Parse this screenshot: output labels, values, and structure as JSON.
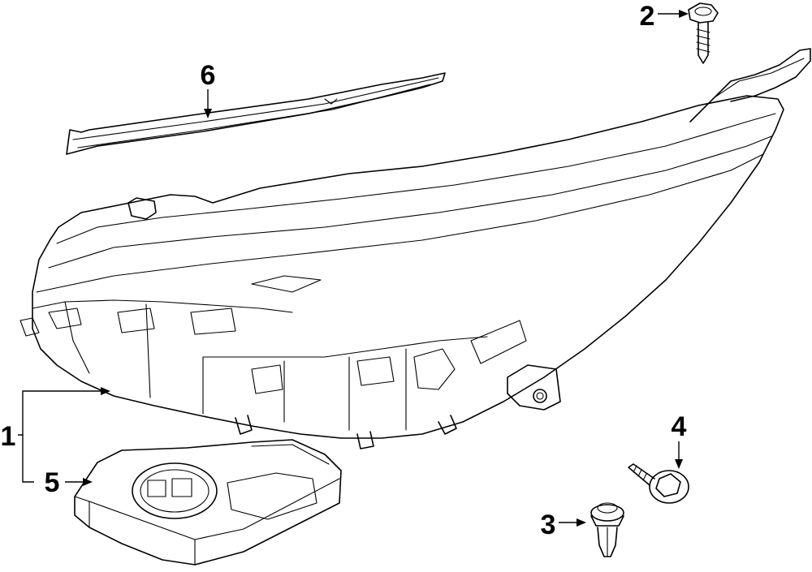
{
  "callouts": [
    {
      "id": "1",
      "label": "1"
    },
    {
      "id": "2",
      "label": "2"
    },
    {
      "id": "3",
      "label": "3"
    },
    {
      "id": "4",
      "label": "4"
    },
    {
      "id": "5",
      "label": "5"
    },
    {
      "id": "6",
      "label": "6"
    }
  ],
  "parts": [
    {
      "callout": "1",
      "icon": "headlamp-assembly-icon"
    },
    {
      "callout": "2",
      "icon": "screw-icon"
    },
    {
      "callout": "3",
      "icon": "push-clip-icon"
    },
    {
      "callout": "4",
      "icon": "flange-bolt-icon"
    },
    {
      "callout": "5",
      "icon": "control-module-icon"
    },
    {
      "callout": "6",
      "icon": "trim-strip-icon"
    }
  ]
}
